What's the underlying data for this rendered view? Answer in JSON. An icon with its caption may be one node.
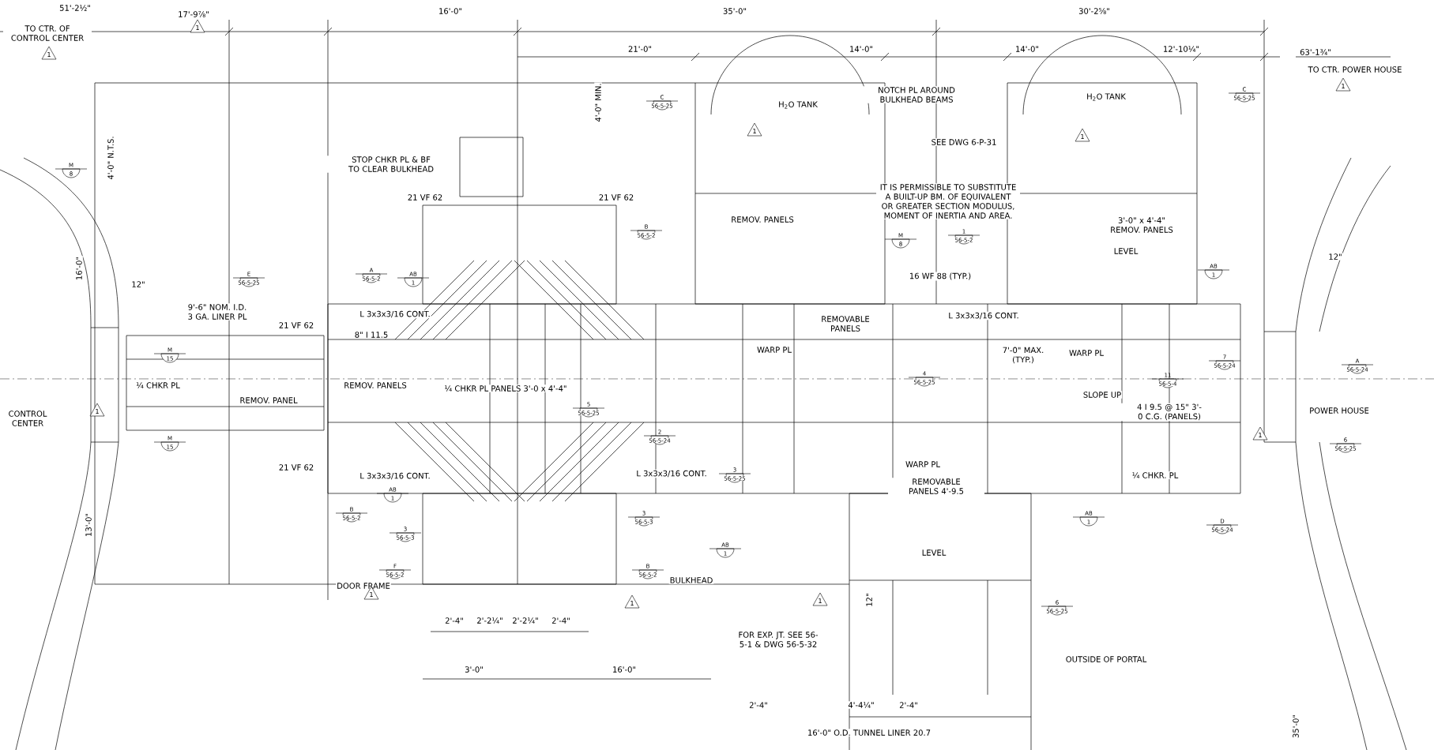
{
  "diagram": {
    "labels": [
      "51'-2½\"",
      "TO CTR. OF CONTROL CENTER",
      "17'-9⅞\"",
      "16'-0\"",
      "35'-0\"",
      "30'-2⅝\"",
      "21'-0\"",
      "14'-0\"",
      "14'-0\"",
      "12'-10¼\"",
      "63'-1¾\"",
      "TO CTR. POWER HOUSE",
      "4'-0\" MIN.",
      "C",
      "56-5-25",
      "H$_{2}$O TANK",
      "NOTCH PL AROUND BULKHEAD BEAMS",
      "H$_{2}$O TANK",
      "C",
      "56-5-25",
      "SEE DWG 6-P-31",
      "IT IS PERMISSIBLE TO SUBSTITUTE A BUILT-UP BM. OF EQUIVALENT OR GREATER SECTION MODULUS, MOMENT OF INERTIA AND AREA.",
      "1",
      "56-5-2",
      "M",
      "8",
      "16 WF 88 (TYP.)",
      "REMOV. PANELS",
      "3'-0\" x 4'-4\" REMOV. PANELS",
      "LEVEL",
      "STOP CHKR PL & BF TO CLEAR BULKHEAD",
      "21 VF 62",
      "21 VF 62",
      "B",
      "56-5-2",
      "A",
      "56-5-2",
      "AB",
      "1",
      "E",
      "56-5-25",
      "12\"",
      "16'-0\"",
      "4'-0\" N.T.S.",
      "M",
      "8",
      "9'-6\" NOM. I.D. 3 GA. LINER PL",
      "21 VF 62",
      "L 3x3x3/16 CONT.",
      "8\" I 11.5",
      "M",
      "15",
      "¼ CHKR PL",
      "REMOV. PANEL",
      "REMOV. PANELS",
      "¼ CHKR PL PANELS 3'-0 x 4'-4\"",
      "CONTROL CENTER",
      "M",
      "15",
      "21 VF 62",
      "L 3x3x3/16 CONT.",
      "B",
      "56-5-2",
      "AB",
      "1",
      "3",
      "56-5-3",
      "F",
      "56-5-2",
      "DOOR FRAME",
      "13'-0\"",
      "5",
      "56-5-25",
      "2",
      "56-5-24",
      "L 3x3x3/16 CONT.",
      "3",
      "56-5-25",
      "3",
      "56-5-3",
      "B",
      "56-5-2",
      "BULKHEAD",
      "AB",
      "1",
      "REMOVABLE PANELS",
      "L 3x3x3/16 CONT.",
      "WARP PL",
      "4",
      "56-5-25",
      "WARP PL",
      "REMOVABLE PANELS 4'-9.5",
      "LEVEL",
      "7'-0\" MAX. (TYP.)",
      "WARP PL",
      "SLOPE UP",
      "11",
      "56-5-4",
      "4 I 9.5 @ 15\" 3'-0 C.G. (PANELS)",
      "¼ CHKR. PL",
      "7",
      "56-5-24",
      "A",
      "56-5-24",
      "POWER HOUSE",
      "6",
      "56-5-25",
      "D",
      "56-5-24",
      "AB",
      "1",
      "AB",
      "1",
      "12\"",
      "6",
      "56-5-25",
      "FOR EXP. JT. SEE 56-5-1 & DWG 56-5-32",
      "OUTSIDE OF PORTAL",
      "2'-4\"",
      "4'-4¼\"",
      "2'-4\"",
      "16'-0\" O.D. TUNNEL LINER 20.7",
      "2'-4\"",
      "2'-2¼\"",
      "2'-2¼\"",
      "2'-4\"",
      "3'-0\"",
      "16'-0\"",
      "35'-0\"",
      "12\"",
      "1",
      "1",
      "1",
      "1",
      "1",
      "1",
      "1",
      "1",
      "1",
      "1"
    ]
  }
}
